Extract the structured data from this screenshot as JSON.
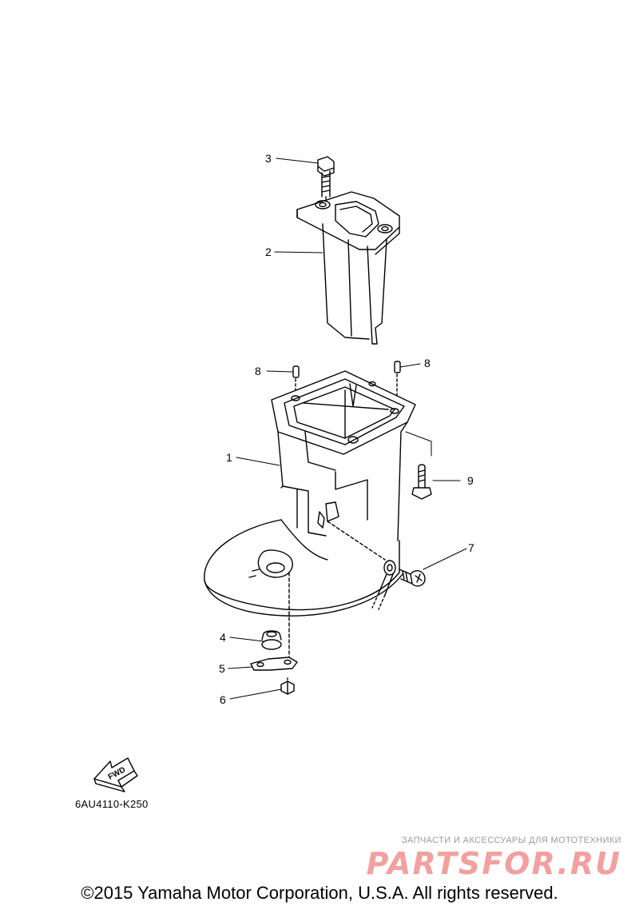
{
  "callouts": {
    "c1": "1",
    "c2": "2",
    "c3": "3",
    "c4": "4",
    "c5": "5",
    "c6": "6",
    "c7": "7",
    "c8a": "8",
    "c8b": "8",
    "c9": "9"
  },
  "fwd_label": "FWD",
  "part_code": "6AU4110-K250",
  "watermark": {
    "tagline": "ЗАПЧАСТИ И АКСЕССУАРЫ ДЛЯ МОТОТЕХНИКИ",
    "logo": "PARTSFOR.RU"
  },
  "copyright": "©2015 Yamaha Motor Corporation, U.S.A. All rights reserved."
}
